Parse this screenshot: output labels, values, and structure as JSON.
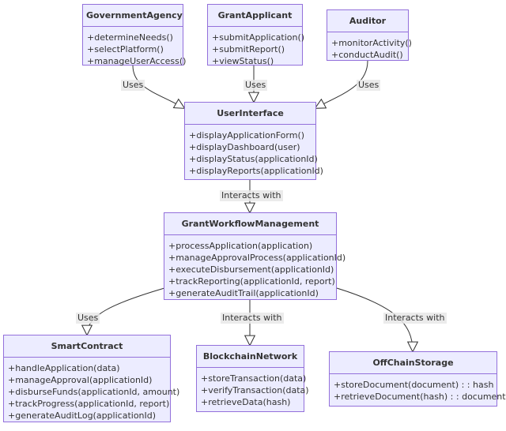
{
  "classes": {
    "government_agency": {
      "name": "GovernmentAgency",
      "methods": [
        "+determineNeeds()",
        "+selectPlatform()",
        "+manageUserAccess()"
      ]
    },
    "grant_applicant": {
      "name": "GrantApplicant",
      "methods": [
        "+submitApplication()",
        "+submitReport()",
        "+viewStatus()"
      ]
    },
    "auditor": {
      "name": "Auditor",
      "methods": [
        "+monitorActivity()",
        "+conductAudit()"
      ]
    },
    "user_interface": {
      "name": "UserInterface",
      "methods": [
        "+displayApplicationForm()",
        "+displayDashboard(user)",
        "+displayStatus(applicationId)",
        "+displayReports(applicationId)"
      ]
    },
    "grant_workflow_management": {
      "name": "GrantWorkflowManagement",
      "methods": [
        "+processApplication(application)",
        "+manageApprovalProcess(applicationId)",
        "+executeDisbursement(applicationId)",
        "+trackReporting(applicationId, report)",
        "+generateAuditTrail(applicationId)"
      ]
    },
    "smart_contract": {
      "name": "SmartContract",
      "methods": [
        "+handleApplication(data)",
        "+manageApproval(applicationId)",
        "+disburseFunds(applicationId, amount)",
        "+trackProgress(applicationId, report)",
        "+generateAuditLog(applicationId)"
      ]
    },
    "blockchain_network": {
      "name": "BlockchainNetwork",
      "methods": [
        "+storeTransaction(data)",
        "+verifyTransaction(data)",
        "+retrieveData(hash)"
      ]
    },
    "offchain_storage": {
      "name": "OffChainStorage",
      "methods": [
        "+storeDocument(document) : : hash",
        "+retrieveDocument(hash) : : document"
      ]
    }
  },
  "relations": [
    {
      "from": "GovernmentAgency",
      "to": "UserInterface",
      "label": "Uses"
    },
    {
      "from": "GrantApplicant",
      "to": "UserInterface",
      "label": "Uses"
    },
    {
      "from": "Auditor",
      "to": "UserInterface",
      "label": "Uses"
    },
    {
      "from": "UserInterface",
      "to": "GrantWorkflowManagement",
      "label": "Interacts with"
    },
    {
      "from": "GrantWorkflowManagement",
      "to": "SmartContract",
      "label": "Uses"
    },
    {
      "from": "GrantWorkflowManagement",
      "to": "BlockchainNetwork",
      "label": "Interacts with"
    },
    {
      "from": "GrantWorkflowManagement",
      "to": "OffChainStorage",
      "label": "Interacts with"
    }
  ],
  "colors": {
    "box_fill": "#ececff",
    "box_border": "#9370db",
    "edge": "#333333",
    "text": "#333333"
  }
}
